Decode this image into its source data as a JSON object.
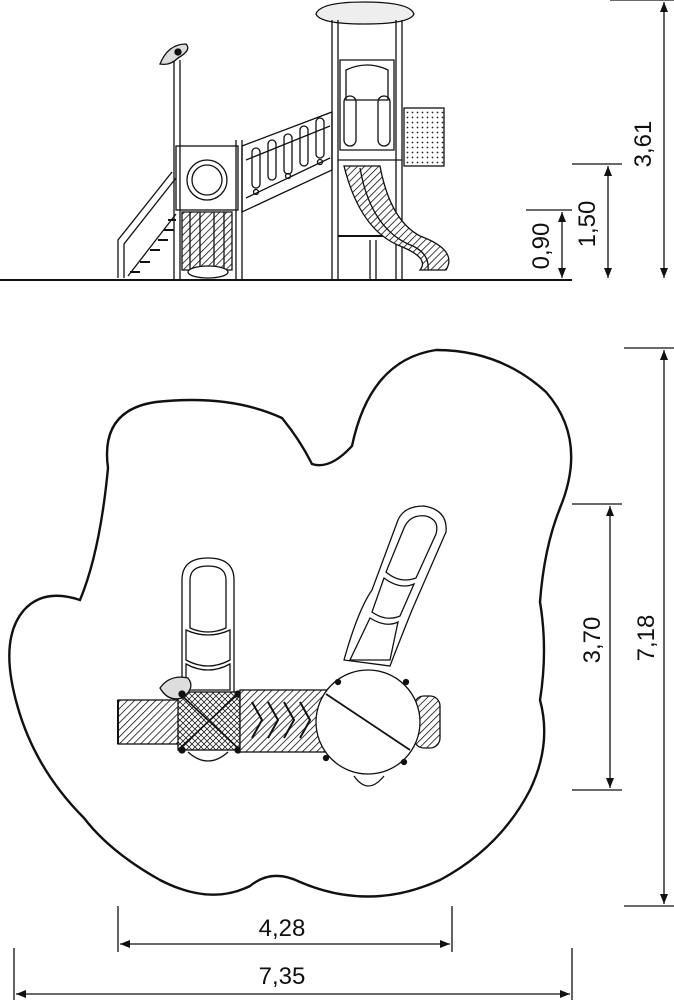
{
  "colors": {
    "line": "#111111",
    "background": "#ffffff",
    "fill_light": "#e6e6e6",
    "fill_dark": "#555555"
  },
  "dimensions": {
    "height_deck_low": "0,90",
    "height_deck_high": "1,50",
    "height_total": "3,61",
    "depth_equipment": "3,70",
    "depth_safety_zone": "7,18",
    "width_equipment": "4,28",
    "width_safety_zone": "7,35"
  }
}
